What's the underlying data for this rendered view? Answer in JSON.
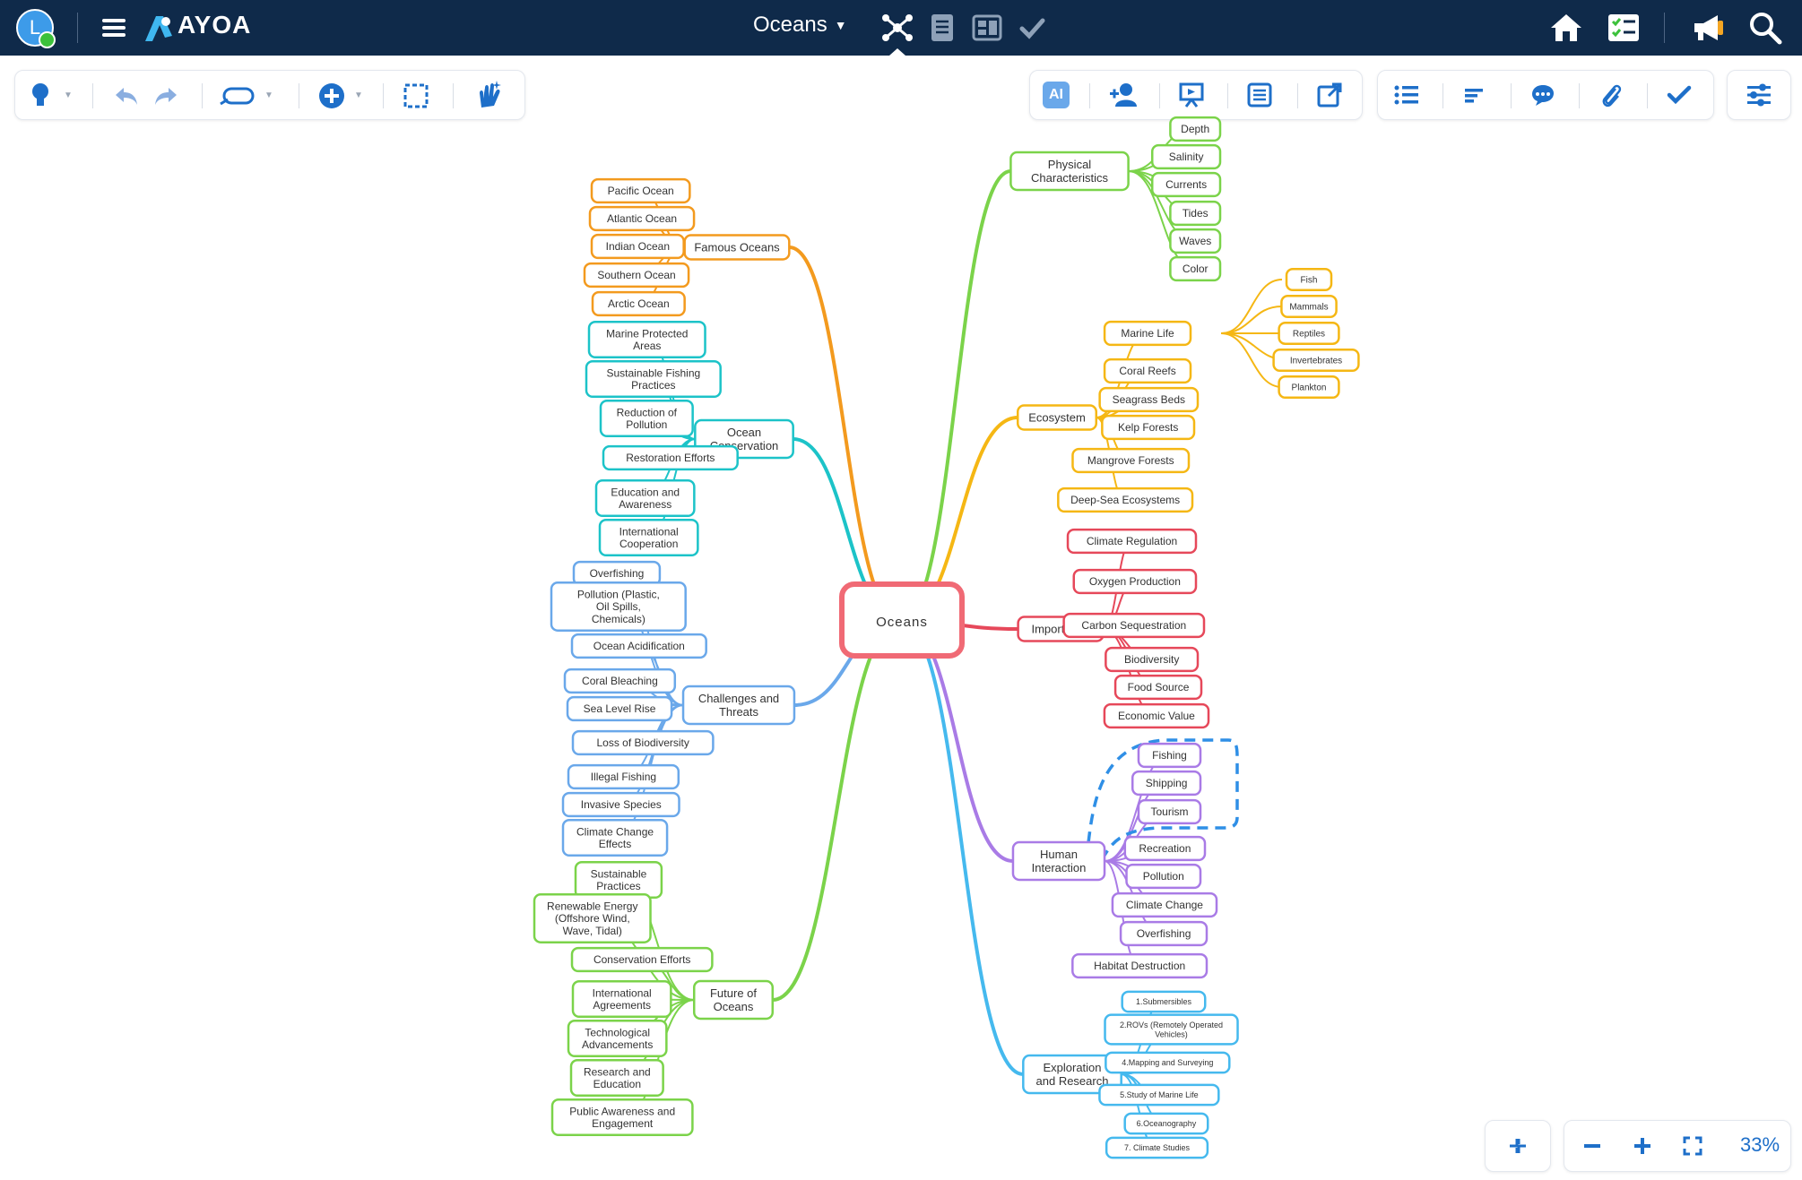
{
  "app": {
    "name": "AYOA",
    "avatar_initial": "L"
  },
  "document": {
    "title": "Oceans",
    "zoom": "33%"
  },
  "toolbar": {
    "ai_label": "AI"
  },
  "colors": {
    "topbar": "#0f2a4a",
    "accent": "#1e6fc9",
    "orange": "#f39a1e",
    "teal": "#1cc3c8",
    "blue": "#6aa8ea",
    "green": "#7bd34a",
    "yellow": "#f5b714",
    "red": "#e6485a",
    "purple": "#a97be6",
    "sky": "#45b9ee"
  },
  "map": {
    "central": "Oceans",
    "branches": [
      {
        "label": "Famous Oceans",
        "children": [
          "Pacific Ocean",
          "Atlantic Ocean",
          "Indian Ocean",
          "Southern Ocean",
          "Arctic Ocean"
        ]
      },
      {
        "label": "Ocean Conservation",
        "children": [
          "Marine Protected Areas",
          "Sustainable Fishing Practices",
          "Reduction of Pollution",
          "Restoration Efforts",
          "Education and Awareness",
          "International Cooperation"
        ]
      },
      {
        "label": "Challenges and Threats",
        "children": [
          "Overfishing",
          "Pollution (Plastic, Oil Spills, Chemicals)",
          "Ocean Acidification",
          "Coral Bleaching",
          "Sea Level Rise",
          "Loss of Biodiversity",
          "Illegal Fishing",
          "Invasive Species",
          "Climate Change Effects"
        ]
      },
      {
        "label": "Future of Oceans",
        "children": [
          "Sustainable Practices",
          "Renewable Energy (Offshore Wind, Wave, Tidal)",
          "Conservation Efforts",
          "International Agreements",
          "Technological Advancements",
          "Research and Education",
          "Public Awareness and Engagement"
        ]
      },
      {
        "label": "Physical Characteristics",
        "children": [
          "Depth",
          "Salinity",
          "Currents",
          "Tides",
          "Waves",
          "Color"
        ]
      },
      {
        "label": "Ecosystem",
        "children": [
          "Marine Life",
          "Coral Reefs",
          "Seagrass Beds",
          "Kelp Forests",
          "Mangrove Forests",
          "Deep-Sea Ecosystems"
        ],
        "marine_life": [
          "Fish",
          "Mammals",
          "Reptiles",
          "Invertebrates",
          "Plankton"
        ]
      },
      {
        "label": "Importance",
        "children": [
          "Climate Regulation",
          "Oxygen Production",
          "Carbon Sequestration",
          "Biodiversity",
          "Food Source",
          "Economic Value"
        ]
      },
      {
        "label": "Human Interaction",
        "children": [
          "Fishing",
          "Shipping",
          "Tourism",
          "Recreation",
          "Pollution",
          "Climate Change",
          "Overfishing",
          "Habitat Destruction"
        ]
      },
      {
        "label": "Exploration and Research",
        "children": [
          "1.Submersibles",
          "2.ROVs (Remotely Operated Vehicles)",
          "4.Mapping and Surveying",
          "5.Study of Marine Life",
          "6.Oceanography",
          "7. Climate Studies"
        ]
      }
    ]
  }
}
